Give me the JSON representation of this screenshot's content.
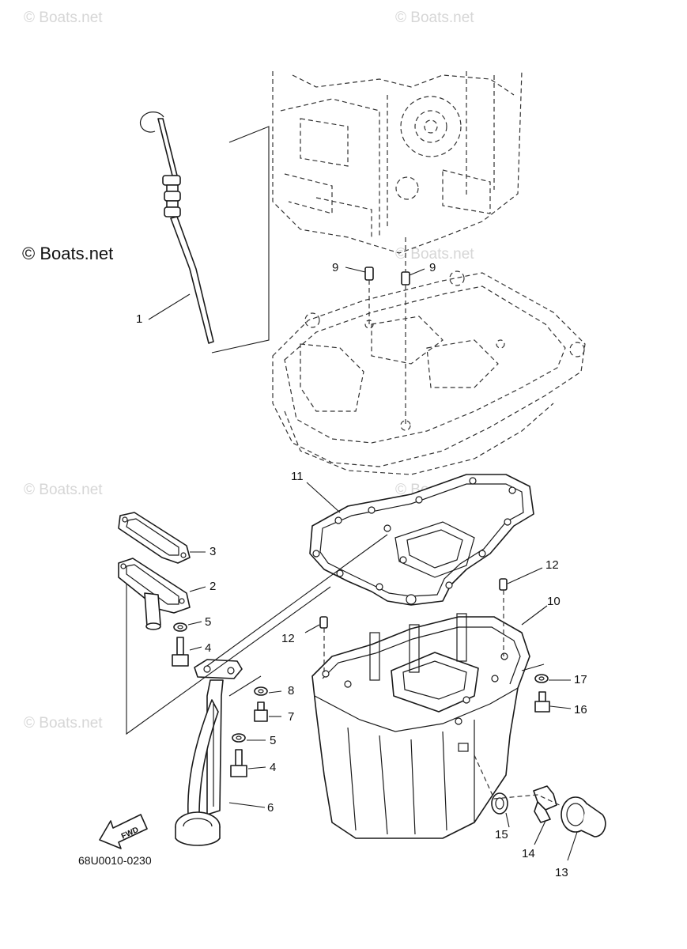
{
  "watermarks": {
    "dark": "© Boats.net",
    "light": "© Boats.net"
  },
  "reference_code": "68U0010-0230",
  "fwd_label": "FWD",
  "callouts": {
    "c1": "1",
    "c2": "2",
    "c3": "3",
    "c4a": "4",
    "c4b": "4",
    "c5a": "5",
    "c5b": "5",
    "c6": "6",
    "c7": "7",
    "c8": "8",
    "c9a": "9",
    "c9b": "9",
    "c10": "10",
    "c11": "11",
    "c12a": "12",
    "c12b": "12",
    "c13": "13",
    "c14": "14",
    "c15": "15",
    "c16": "16",
    "c17": "17"
  }
}
